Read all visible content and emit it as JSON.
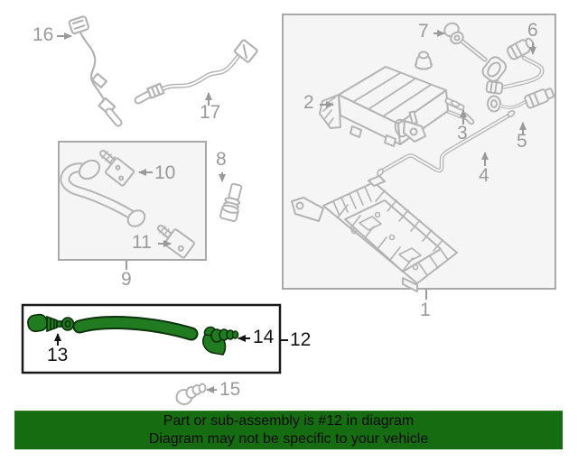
{
  "banner": {
    "line1": "Part or sub-assembly is #12 in diagram",
    "line2": "Diagram may not be specific to your vehicle"
  },
  "labels": {
    "l1": "1",
    "l2": "2",
    "l3": "3",
    "l4": "4",
    "l5": "5",
    "l6": "6",
    "l7": "7",
    "l8": "8",
    "l9": "9",
    "l10": "10",
    "l11": "11",
    "l12": "12",
    "l13": "13",
    "l14": "14",
    "l15": "15",
    "l16": "16",
    "l17": "17"
  },
  "colors": {
    "line_gray": "#b3b3b3",
    "label_gray": "#9a9a9a",
    "label_black": "#141414",
    "box_fill": "#f5f5f5",
    "highlight_green": "#217c21",
    "highlight_outline": "#0a2e0a",
    "banner_green": "#166c11"
  }
}
